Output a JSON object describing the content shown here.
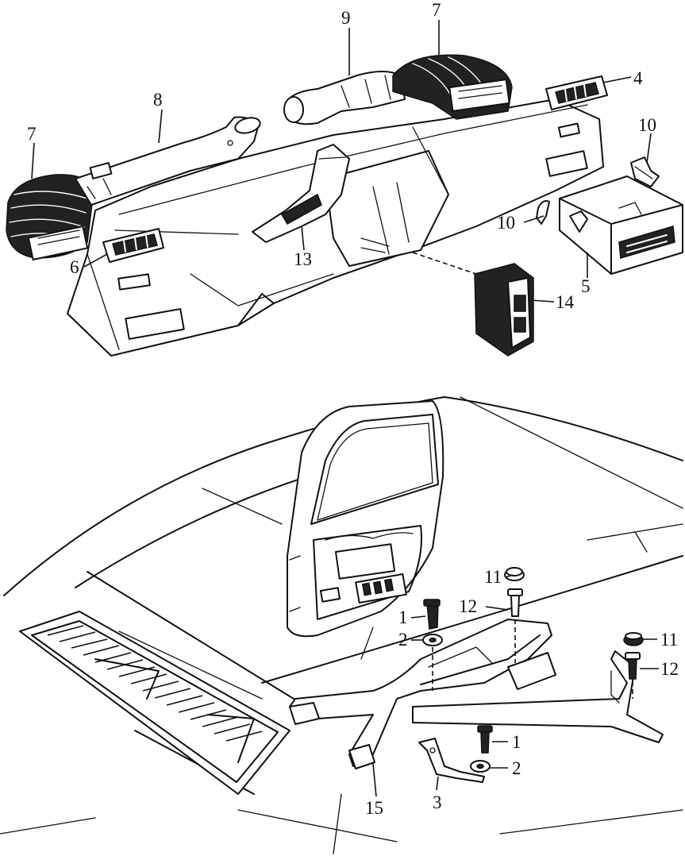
{
  "callouts": {
    "c7_left": "7",
    "c8": "8",
    "c9": "9",
    "c7_top": "7",
    "c4": "4",
    "c10_top": "10",
    "c10_mid": "10",
    "c5": "5",
    "c6": "6",
    "c13": "13",
    "c14": "14",
    "c11_a": "11",
    "c12_a": "12",
    "c1_a": "1",
    "c2_a": "2",
    "c11_b": "11",
    "c12_b": "12",
    "c1_b": "1",
    "c2_b": "2",
    "c15": "15",
    "c3": "3"
  }
}
